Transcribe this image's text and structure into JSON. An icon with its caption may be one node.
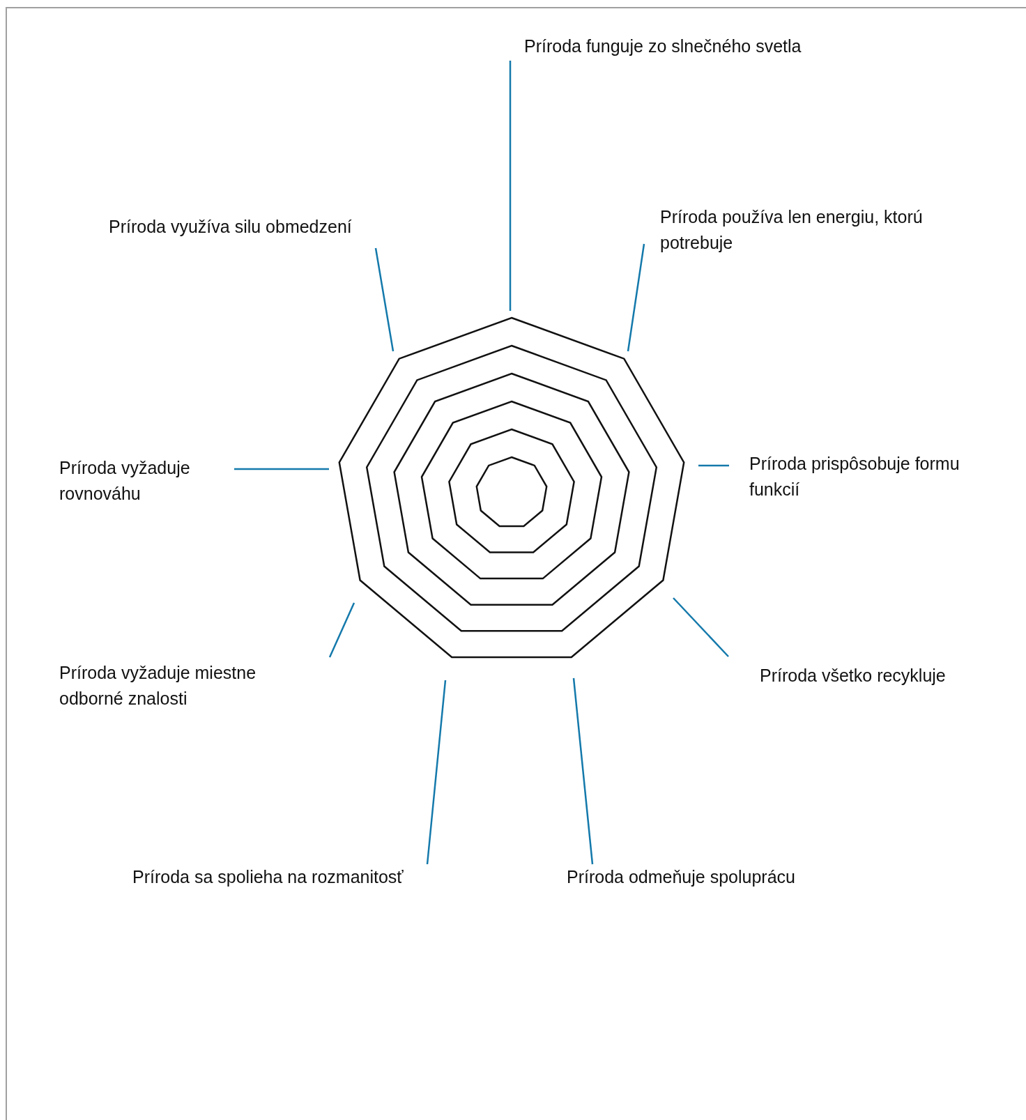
{
  "diagram": {
    "nodes": [
      {
        "text": [
          "Príroda funguje zo slnečného svetla"
        ]
      },
      {
        "text": [
          "Príroda používa len energiu, ktorú potrebuje"
        ]
      },
      {
        "text": [
          "Príroda využíva silu obmedzení"
        ]
      },
      {
        "text": [
          "Príroda prispôsobuje formu funkcií"
        ]
      },
      {
        "text": [
          "Príroda vyžaduje rovnováhu"
        ]
      },
      {
        "text": [
          "Príroda vyžaduje miestne odborné znalosti"
        ]
      },
      {
        "text": [
          "Príroda všetko recykluje"
        ]
      },
      {
        "text": [
          "Príroda sa spolieha na rozmanitosť"
        ]
      },
      {
        "text": [
          "Príroda odmeňuje spoluprácu"
        ]
      },
      {
        "text": [],
        "shape": "polygon"
      }
    ],
    "edges": [
      {
        "from": 0,
        "to": 9,
        "arrow": "none"
      },
      {
        "from": 1,
        "to": 9,
        "arrow": "none"
      },
      {
        "from": 2,
        "to": 9,
        "arrow": "none"
      },
      {
        "from": 3,
        "to": 9,
        "arrow": "none"
      },
      {
        "from": 4,
        "to": 9,
        "arrow": "none"
      },
      {
        "from": 5,
        "to": 9,
        "arrow": "none"
      },
      {
        "from": 6,
        "to": 9,
        "arrow": "none"
      },
      {
        "from": 7,
        "to": 9,
        "arrow": "none"
      },
      {
        "from": 8,
        "to": 9,
        "arrow": "none"
      }
    ]
  }
}
